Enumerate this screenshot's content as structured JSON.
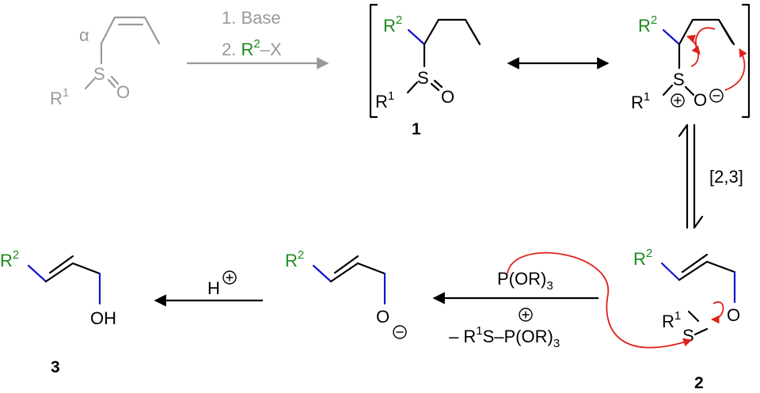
{
  "colors": {
    "black": "#000000",
    "grey": "#999999",
    "green": "#1a8a1a",
    "blue": "#1414cc",
    "red": "#e0201a"
  },
  "labels": {
    "alpha": "α",
    "r": "R",
    "one": "1",
    "two": "2",
    "s": "S",
    "o": "O",
    "oh": "OH",
    "h": "H",
    "plus": "+",
    "minus": "−"
  },
  "steps": {
    "base": "1. Base",
    "alkylation_prefix": "2. ",
    "alkylation_suffix": "–X",
    "rearrangement": "[2,3]",
    "phosphite_p": "P(OR)",
    "phosphite_sub": "3",
    "byproduct_a": "– R",
    "byproduct_b": "S–P(OR)",
    "byproduct_sub": "3"
  },
  "compounds": {
    "one": "1",
    "two": "2",
    "three": "3"
  }
}
